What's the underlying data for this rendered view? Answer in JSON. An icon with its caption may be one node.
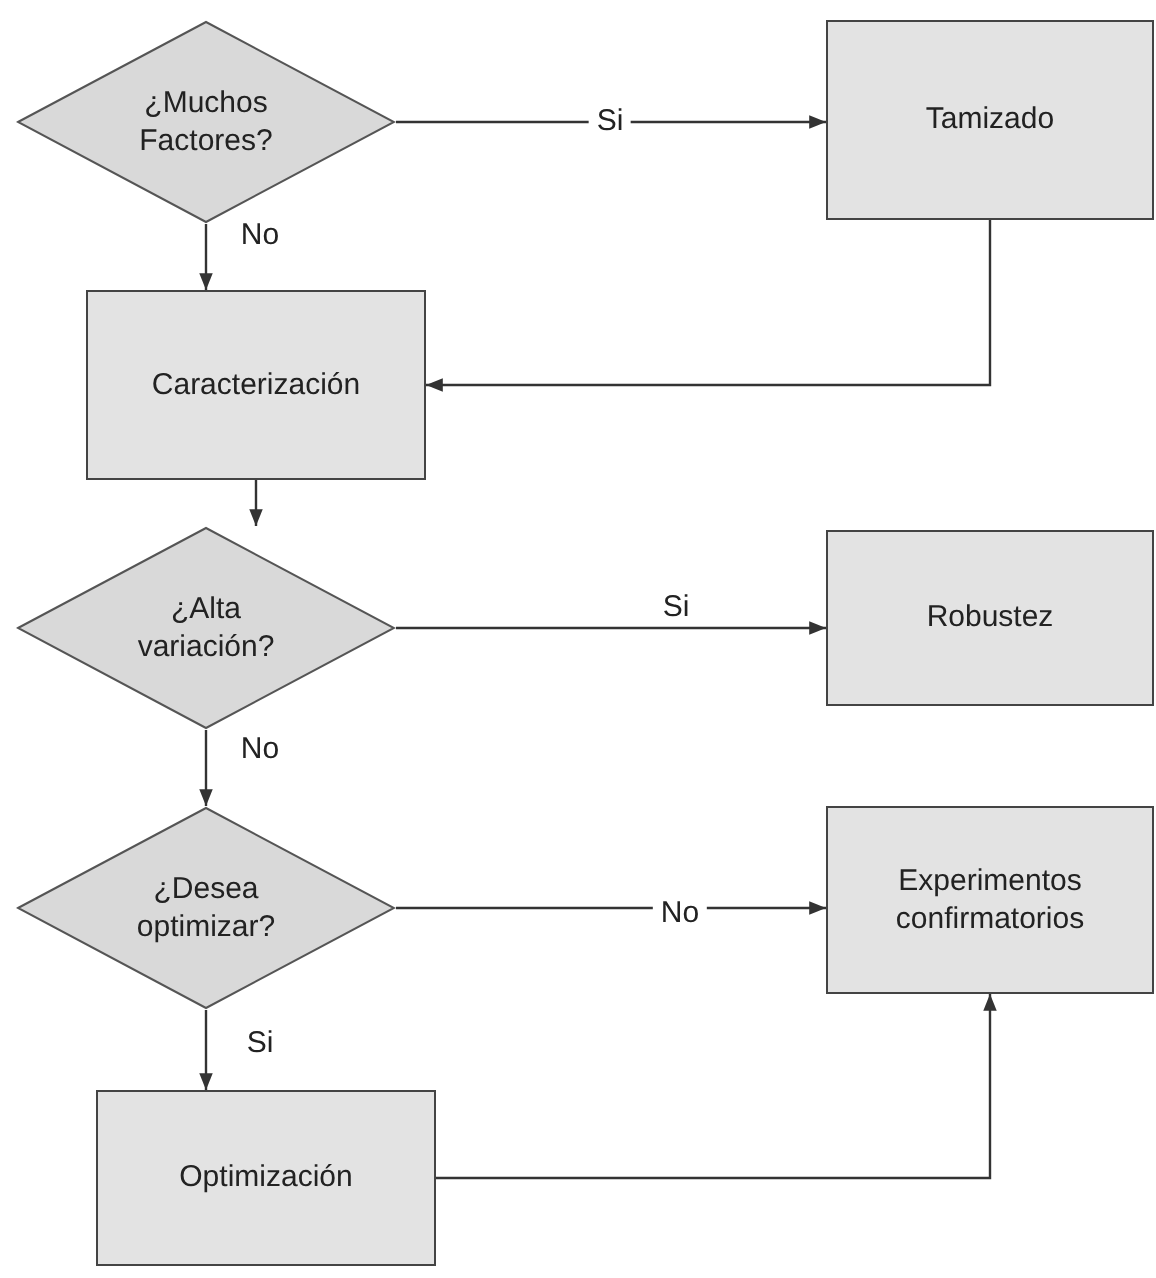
{
  "diagram": {
    "nodes": [
      {
        "text": [
          "¿Muchos Factores?"
        ]
      },
      {
        "text": [
          "Tamizado"
        ]
      },
      {
        "text": [
          "Caracterización"
        ]
      },
      {
        "text": [
          "¿Alta variación?"
        ]
      },
      {
        "text": [
          "Robustez"
        ]
      },
      {
        "text": [
          "¿Desea optimizar?"
        ]
      },
      {
        "text": [
          "Experimentos confirmatorios"
        ]
      },
      {
        "text": [
          "Optimización"
        ]
      }
    ],
    "edges": [
      {
        "from": 0,
        "to": 1,
        "arrow": "to",
        "label": "Si"
      },
      {
        "from": 0,
        "to": 2,
        "arrow": "to",
        "label": "No"
      },
      {
        "from": 1,
        "to": 2,
        "arrow": "to"
      },
      {
        "from": 2,
        "to": 3,
        "arrow": "to"
      },
      {
        "from": 3,
        "to": 4,
        "arrow": "to",
        "label": "Si"
      },
      {
        "from": 3,
        "to": 5,
        "arrow": "to",
        "label": "No"
      },
      {
        "from": 5,
        "to": 6,
        "arrow": "to",
        "label": "No"
      },
      {
        "from": 5,
        "to": 7,
        "arrow": "to",
        "label": "Si"
      },
      {
        "from": 7,
        "to": 6,
        "arrow": "to"
      }
    ]
  }
}
